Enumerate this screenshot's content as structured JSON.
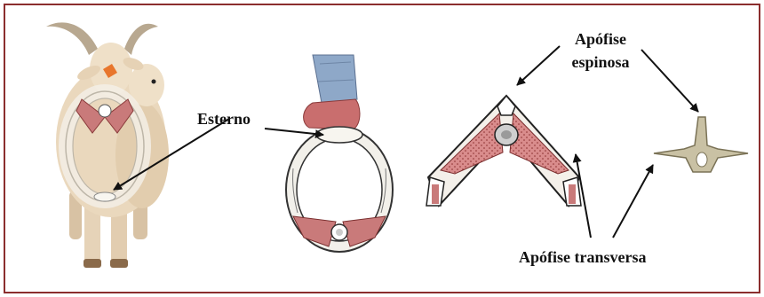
{
  "labels": {
    "sternum": "Esterno",
    "spinous_process_line1": "Apófise",
    "spinous_process_line2": "espinosa",
    "transverse_process": "Apófise transversa"
  },
  "colors": {
    "frame_border": "#8b2e2e",
    "muscle": "#c97a7a",
    "bone": "#e9e6dd",
    "arrow": "#111111"
  },
  "figures": [
    "goat-photo",
    "body-ring-with-hand",
    "vertebra-cross-section",
    "vertebra-bone"
  ]
}
